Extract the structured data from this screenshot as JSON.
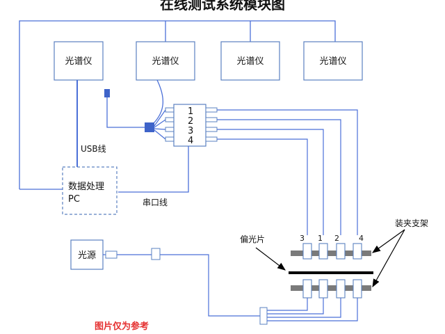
{
  "title": "在线测试系统模块图",
  "spectrometers": [
    "光谱仪",
    "光谱仪",
    "光谱仪",
    "光谱仪"
  ],
  "switch_channels": [
    "1",
    "2",
    "3",
    "4"
  ],
  "pc_label_line1": "数据处理",
  "pc_label_line2": "PC",
  "usb_label": "USB线",
  "serial_label": "串口线",
  "light_source": "光源",
  "polarizer_label": "偏光片",
  "clamp_label": "装夹支架",
  "probe_labels": [
    "3",
    "1",
    "2",
    "4"
  ],
  "footnote": "图片仅为参考",
  "colors": {
    "wire": "#4a6fd8",
    "box_border": "#5a80c0",
    "accent_blue": "#3e63c9",
    "holder_gray": "#7a7a7a",
    "footnote_red": "#e53030"
  }
}
